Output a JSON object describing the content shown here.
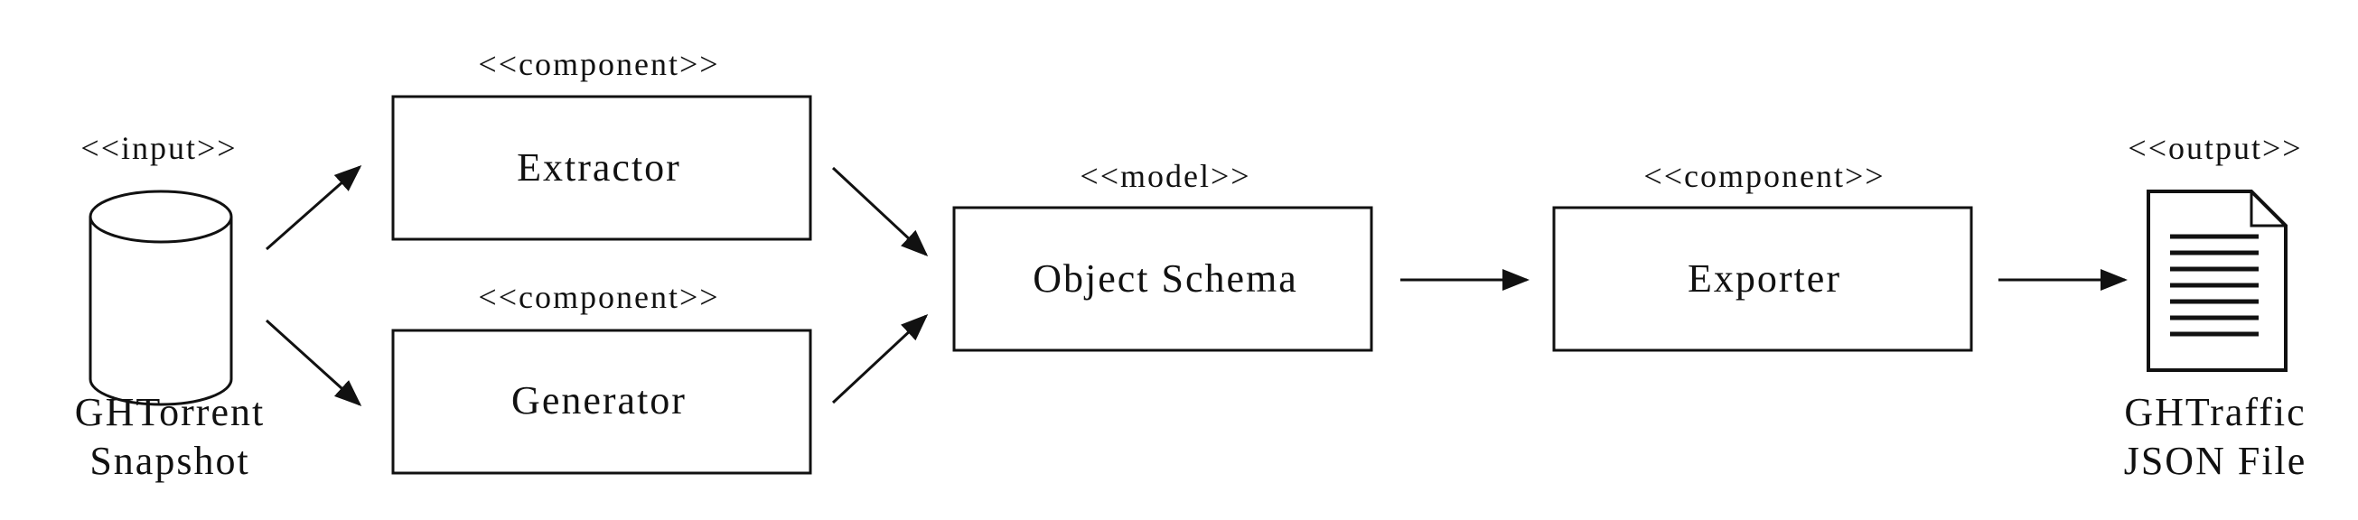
{
  "input": {
    "stereotype": "<<input>>",
    "label_line1": "GHTorrent",
    "label_line2": "Snapshot",
    "icon": "database-icon"
  },
  "extractor": {
    "stereotype": "<<component>>",
    "label": "Extractor"
  },
  "generator": {
    "stereotype": "<<component>>",
    "label": "Generator"
  },
  "schema": {
    "stereotype": "<<model>>",
    "label": "Object Schema"
  },
  "exporter": {
    "stereotype": "<<component>>",
    "label": "Exporter"
  },
  "output": {
    "stereotype": "<<output>>",
    "label_line1": "GHTraffic",
    "label_line2": "JSON File",
    "icon": "document-icon"
  },
  "colors": {
    "stroke": "#111111",
    "background": "#ffffff"
  }
}
